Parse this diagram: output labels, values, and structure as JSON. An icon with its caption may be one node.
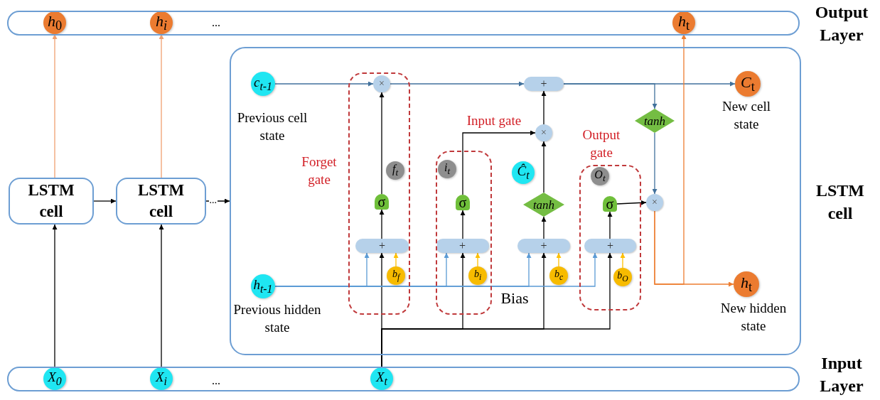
{
  "diagram": {
    "nodes": [
      {
        "text": [
          "..."
        ],
        "beside": [
          "Output Layer"
        ]
      },
      {
        "text": [
          "*h*$_{0}$"
        ],
        "in": 0
      },
      {
        "text": [
          "h$_{i}$"
        ],
        "in": 0
      },
      {
        "text": [
          "*h*$_{t}$"
        ],
        "in": 0
      },
      {
        "text": [
          "..."
        ],
        "beside": [
          "Input Layer"
        ]
      },
      {
        "text": [
          "X$_{0}$"
        ],
        "in": 4
      },
      {
        "text": [
          "X$_{i}$"
        ],
        "in": 4
      },
      {
        "text": [
          "X$_{t}$"
        ],
        "in": 4
      },
      {
        "text": [
          "LSTM cell"
        ]
      },
      {
        "text": [
          "LSTM cell"
        ]
      },
      {
        "text": [],
        "shape": "box",
        "beside": [
          "LSTM cell"
        ]
      },
      {
        "text": [
          "c$_{t-1}$"
        ],
        "in": 10,
        "beside": [
          "Previous cell state"
        ]
      },
      {
        "text": [
          "h$_{t-1}$"
        ],
        "in": 10,
        "beside": [
          "Previous hidden state"
        ]
      },
      {
        "text": [
          "Forget gate"
        ],
        "in": 10
      },
      {
        "text": [
          "Input gate"
        ],
        "in": 10
      },
      {
        "text": [
          "Output gate"
        ],
        "in": 10
      },
      {
        "text": [
          "×"
        ],
        "in": 13
      },
      {
        "text": [
          "f$_{t}$"
        ],
        "in": 13
      },
      {
        "text": [
          "σ"
        ],
        "in": 13
      },
      {
        "text": [
          "+"
        ],
        "in": 13
      },
      {
        "text": [
          "b$_{f}$"
        ],
        "in": 13
      },
      {
        "text": [
          "i$_{t}$"
        ],
        "in": 14
      },
      {
        "text": [
          "σ"
        ],
        "in": 14
      },
      {
        "text": [
          "+"
        ],
        "in": 14
      },
      {
        "text": [
          "b$_{i}$"
        ],
        "in": 14
      },
      {
        "text": [
          "+"
        ],
        "in": 10
      },
      {
        "text": [
          "×"
        ],
        "in": 10
      },
      {
        "text": [
          "Ĉ$_{t}$"
        ],
        "in": 10
      },
      {
        "text": [
          "tanh"
        ],
        "in": 10
      },
      {
        "text": [
          "+"
        ],
        "in": 10
      },
      {
        "text": [
          "b$_{c}$"
        ],
        "in": 10
      },
      {
        "text": [
          "O$_{t}$"
        ],
        "in": 15
      },
      {
        "text": [
          "σ"
        ],
        "in": 15
      },
      {
        "text": [
          "+"
        ],
        "in": 15
      },
      {
        "text": [
          "b$_{O}$"
        ],
        "in": 15
      },
      {
        "text": [
          "tanh"
        ],
        "in": 10
      },
      {
        "text": [
          "×"
        ],
        "in": 10
      },
      {
        "text": [
          "*C*$_{t}$"
        ],
        "in": 10,
        "beside": [
          "New cell state"
        ]
      },
      {
        "text": [
          "*h*$_{t}$"
        ],
        "in": 10,
        "beside": [
          "New hidden state"
        ]
      }
    ],
    "edges": [
      {
        "from": 5,
        "to": 8,
        "arrow": "to"
      },
      {
        "from": 8,
        "to": 1,
        "arrow": "to",
        "color": "#f0a070"
      },
      {
        "from": 6,
        "to": 9,
        "arrow": "to"
      },
      {
        "from": 9,
        "to": 2,
        "arrow": "to",
        "color": "#f0a070"
      },
      {
        "from": 8,
        "to": 9,
        "arrow": "to"
      },
      {
        "from": 9,
        "to": 10,
        "arrow": "to",
        "label": "..."
      },
      {
        "from": 11,
        "to": 16,
        "arrow": "to",
        "color": "#41719c"
      },
      {
        "from": 16,
        "to": 25,
        "arrow": "to",
        "color": "#41719c"
      },
      {
        "from": 19,
        "to": 18,
        "arrow": "to"
      },
      {
        "from": 18,
        "to": 16,
        "arrow": "to"
      },
      {
        "from": 20,
        "to": 19,
        "arrow": "to",
        "color": "#ffc000"
      },
      {
        "from": 12,
        "to": 19,
        "arrow": "to",
        "color": "#5b9bd5"
      },
      {
        "from": 7,
        "to": 19,
        "arrow": "to"
      },
      {
        "from": 12,
        "to": 23,
        "arrow": "to",
        "color": "#5b9bd5"
      },
      {
        "from": 24,
        "to": 23,
        "arrow": "to",
        "color": "#ffc000"
      },
      {
        "from": 7,
        "to": 23,
        "arrow": "to"
      },
      {
        "from": 23,
        "to": 22,
        "arrow": "to"
      },
      {
        "from": 22,
        "to": 26,
        "arrow": "to"
      },
      {
        "from": 12,
        "to": 29,
        "arrow": "to",
        "color": "#5b9bd5"
      },
      {
        "from": 30,
        "to": 29,
        "arrow": "to",
        "color": "#ffc000"
      },
      {
        "from": 7,
        "to": 29,
        "arrow": "to"
      },
      {
        "from": 29,
        "to": 28,
        "arrow": "to"
      },
      {
        "from": 28,
        "to": 26,
        "arrow": "to"
      },
      {
        "from": 26,
        "to": 25,
        "arrow": "to"
      },
      {
        "from": 12,
        "to": 33,
        "arrow": "to",
        "color": "#5b9bd5"
      },
      {
        "from": 34,
        "to": 33,
        "arrow": "to",
        "color": "#ffc000"
      },
      {
        "from": 7,
        "to": 33,
        "arrow": "to"
      },
      {
        "from": 33,
        "to": 32,
        "arrow": "to"
      },
      {
        "from": 32,
        "to": 36,
        "arrow": "to"
      },
      {
        "from": 25,
        "to": 37,
        "arrow": "to",
        "color": "#41719c"
      },
      {
        "from": 25,
        "to": 35,
        "arrow": "to",
        "color": "#41719c"
      },
      {
        "from": 35,
        "to": 36,
        "arrow": "to",
        "color": "#41719c"
      },
      {
        "from": 36,
        "to": 38,
        "arrow": "to",
        "color": "#ed7d31"
      },
      {
        "from": 36,
        "to": 3,
        "arrow": "to",
        "color": "#ed7d31"
      }
    ],
    "labels": [
      "Bias"
    ]
  }
}
